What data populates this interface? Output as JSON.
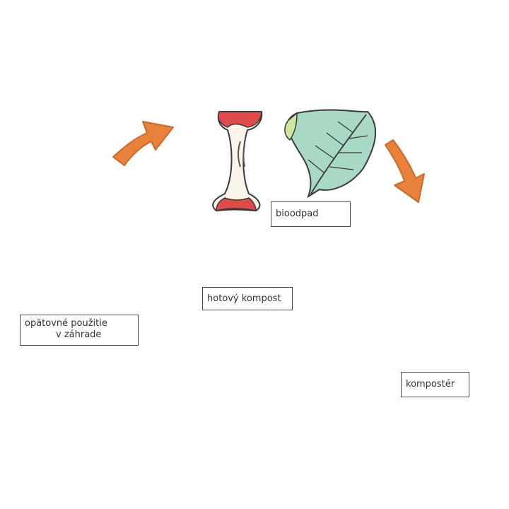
{
  "labels": {
    "biowaste": "bioodpad",
    "composter": "kompostér",
    "finished_compost": "hotový kompost",
    "reuse_line1": "opätovné použitie",
    "reuse_line2": "v záhrade"
  },
  "colors": {
    "arrow": "#e8823a",
    "leaf_green": "#9fd27a",
    "leaf_teal": "#a8d9c4",
    "composter_green": "#8dc36a",
    "trunk_brown": "#8a6a4a",
    "apple_red": "#e04a4a",
    "soil": "#d8c27a",
    "hand_skin": "#f3dcc9",
    "tulip_pink": "#e6609a",
    "outline": "#3a3a3a"
  },
  "icons": [
    "apple-core-icon",
    "leaf-icon",
    "composter-icon",
    "hand-with-seedling-icon",
    "tree-icon",
    "tulips-icon",
    "cycle-arrow-icon"
  ]
}
